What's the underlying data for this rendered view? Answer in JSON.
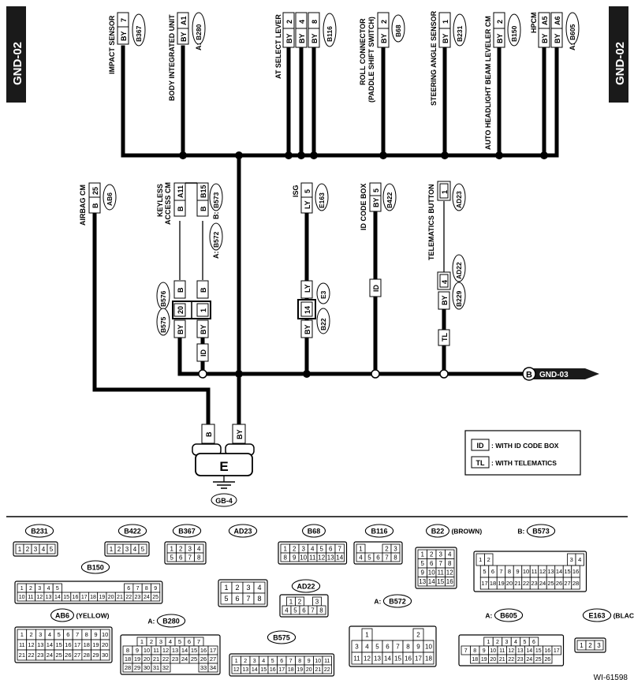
{
  "side_tag": "GND-02",
  "figure_id": "WI-61598",
  "ground_label": "E",
  "ground_point": "GB-4",
  "gnd03_conn": "B",
  "gnd03_label": "GND-03",
  "legend": [
    {
      "code": "ID",
      "text": ": WITH ID CODE BOX"
    },
    {
      "code": "TL",
      "text": ": WITH TELEMATICS"
    }
  ],
  "top_components": [
    {
      "name": "IMPACT SENSOR",
      "wire": "BY",
      "pin": "7",
      "conn": "B367",
      "prefix": ""
    },
    {
      "name": "BODY INTEGRATED UNIT",
      "wire": "BY",
      "pin": "A1",
      "conn": "B280",
      "prefix": "A:"
    },
    {
      "name": "AT SELECT LEVER",
      "wire": "",
      "pin": "",
      "conn": "B116",
      "prefix": ""
    },
    {
      "name": "ROLL CONNECTOR",
      "name2": "(PADDLE SHIFT SWITCH)",
      "wire": "BY",
      "pin": "2",
      "conn": "B68",
      "prefix": ""
    },
    {
      "name": "STEERING ANGLE SENSOR",
      "wire": "BY",
      "pin": "1",
      "conn": "B231",
      "prefix": ""
    },
    {
      "name": "AUTO HEADLIGHT BEAM LEVELER CM",
      "wire": "BY",
      "pin": "2",
      "conn": "B150",
      "prefix": ""
    },
    {
      "name": "HPCM",
      "wire": "",
      "pin": "",
      "conn": "B605",
      "prefix": "A:"
    }
  ],
  "at_select": {
    "wires": [
      "BY",
      "BY",
      "BY"
    ],
    "pins": [
      "2",
      "4",
      "8"
    ]
  },
  "hpcm": {
    "wires": [
      "BY",
      "BY"
    ],
    "pins": [
      "A5",
      "A6"
    ]
  },
  "lower_components": [
    {
      "name": "AIRBAG CM",
      "wire": "B",
      "pin": "25",
      "conn": "AB6"
    },
    {
      "name": "KEYLESS",
      "name2": "ACCESS CM",
      "wires": [
        "B",
        "B"
      ],
      "pins": [
        "A11",
        "B15"
      ],
      "conn_a": "B572",
      "conn_b": "B573",
      "prefix_a": "A:",
      "prefix_b": "B:"
    },
    {
      "name": "ISG",
      "wire": "LY",
      "pin": "5",
      "conn": "E163"
    },
    {
      "name": "ID CODE BOX",
      "wire": "BY",
      "pin": "5",
      "conn": "B422"
    },
    {
      "name": "TELEMATICS BUTTON",
      "pin": "1",
      "conn": "AD23"
    }
  ],
  "mid_connectors": {
    "b576": "B576",
    "b575": "B575",
    "b576_wires": [
      "B",
      "B"
    ],
    "b575_pins": [
      "20",
      "1"
    ],
    "b575_wires": [
      "BY",
      "BY"
    ],
    "e3": "E3",
    "b22": "B22",
    "e3_wire": "LY",
    "b22_pin": "14",
    "b22_wire": "BY",
    "ad22": "AD22",
    "b229": "B229",
    "ad22_pin": "4",
    "b229_wire": "BY",
    "id_tag": "ID",
    "tl_tag": "TL",
    "ground_wires": [
      "B",
      "BY"
    ]
  },
  "connector_views": [
    {
      "id": "B231",
      "label": "B231",
      "extra": "",
      "rows": [
        [
          "1",
          "2",
          "3",
          "4",
          "5"
        ]
      ]
    },
    {
      "id": "B422",
      "label": "B422",
      "extra": "",
      "rows": [
        [
          "1",
          "2",
          "3",
          "4",
          "5"
        ]
      ]
    },
    {
      "id": "B367",
      "label": "B367",
      "extra": "",
      "rows": [
        [
          "1",
          "2",
          "3",
          "4"
        ],
        [
          "5",
          "6",
          "7",
          "8"
        ]
      ]
    },
    {
      "id": "AD23",
      "label": "AD23",
      "extra": "",
      "rows": [
        [
          "1",
          "2",
          "3",
          "4"
        ],
        [
          "5",
          "6",
          "7",
          "8"
        ]
      ]
    },
    {
      "id": "B68",
      "label": "B68",
      "extra": "",
      "rows": [
        [
          "1",
          "2",
          "3",
          "4",
          "5",
          "6",
          "7"
        ],
        [
          "8",
          "9",
          "10",
          "11",
          "12",
          "13",
          "14"
        ]
      ]
    },
    {
      "id": "B116",
      "label": "B116",
      "extra": "",
      "rows": [
        [
          "1",
          "",
          "",
          "2",
          "3"
        ],
        [
          "4",
          "5",
          "6",
          "7",
          "8"
        ]
      ]
    },
    {
      "id": "B22",
      "label": "B22",
      "extra": "(BROWN)",
      "rows": [
        [
          "1",
          "2",
          "3",
          "4"
        ],
        [
          "5",
          "6",
          "7",
          "8"
        ],
        [
          "9",
          "10",
          "11",
          "12"
        ],
        [
          "13",
          "14",
          "15",
          "16"
        ]
      ]
    },
    {
      "id": "B573",
      "label": "B573",
      "extra": "B:",
      "rows": [
        [
          "1",
          "2",
          "",
          "",
          "",
          "",
          "",
          "",
          "",
          "",
          "",
          "3",
          "4"
        ],
        [
          "5",
          "6",
          "7",
          "8",
          "9",
          "10",
          "11",
          "12",
          "13",
          "14",
          "15",
          "16"
        ],
        [
          "17",
          "18",
          "19",
          "20",
          "21",
          "22",
          "23",
          "24",
          "25",
          "26",
          "27",
          "28"
        ]
      ]
    },
    {
      "id": "B150",
      "label": "B150",
      "extra": "",
      "rows": [
        [
          "1",
          "2",
          "3",
          "4",
          "5",
          "",
          "",
          "",
          "",
          "",
          "",
          "",
          "6",
          "7",
          "8",
          "9"
        ],
        [
          "10",
          "11",
          "12",
          "13",
          "14",
          "15",
          "16",
          "17",
          "18",
          "19",
          "20",
          "21",
          "22",
          "23",
          "24",
          "25"
        ]
      ]
    },
    {
      "id": "AD22",
      "label": "AD22",
      "extra": "",
      "rows": [
        [
          "1",
          "2",
          "",
          "3"
        ],
        [
          "4",
          "5",
          "6",
          "7",
          "8"
        ]
      ]
    },
    {
      "id": "AB6",
      "label": "AB6",
      "extra": "(YELLOW)",
      "rows": [
        [
          "1",
          "2",
          "3",
          "4",
          "5",
          "6",
          "7",
          "8",
          "9",
          "10"
        ],
        [
          "11",
          "12",
          "13",
          "14",
          "15",
          "16",
          "17",
          "18",
          "19",
          "20"
        ],
        [
          "21",
          "22",
          "23",
          "24",
          "25",
          "26",
          "27",
          "28",
          "29",
          "30"
        ]
      ]
    },
    {
      "id": "B280",
      "label": "B280",
      "extra": "A:",
      "rows": [
        [
          "1",
          "2",
          "3",
          "4",
          "5",
          "6",
          "7"
        ],
        [
          "8",
          "9",
          "10",
          "11",
          "12",
          "13",
          "14",
          "15",
          "16",
          "17"
        ],
        [
          "18",
          "19",
          "20",
          "21",
          "22",
          "23",
          "24",
          "25",
          "26",
          "27"
        ],
        [
          "28",
          "29",
          "30",
          "31",
          "32",
          "",
          "",
          "",
          "33",
          "34"
        ]
      ]
    },
    {
      "id": "B575",
      "label": "B575",
      "extra": "",
      "rows": [
        [
          "1",
          "2",
          "3",
          "4",
          "5",
          "6",
          "7",
          "8",
          "9",
          "10",
          "11"
        ],
        [
          "12",
          "13",
          "14",
          "15",
          "16",
          "17",
          "18",
          "19",
          "20",
          "21",
          "22"
        ]
      ]
    },
    {
      "id": "B572",
      "label": "B572",
      "extra": "A:",
      "rows": [
        [
          "1",
          "",
          "",
          "",
          "",
          "2"
        ],
        [
          "3",
          "4",
          "5",
          "6",
          "7",
          "8",
          "9",
          "10"
        ],
        [
          "11",
          "12",
          "13",
          "14",
          "15",
          "16",
          "17",
          "18"
        ]
      ]
    },
    {
      "id": "B605",
      "label": "B605",
      "extra": "A:",
      "rows": [
        [
          "1",
          "2",
          "3",
          "4",
          "5",
          "6"
        ],
        [
          "7",
          "8",
          "9",
          "10",
          "11",
          "12",
          "13",
          "14",
          "15",
          "16",
          "17"
        ],
        [
          "18",
          "19",
          "20",
          "21",
          "22",
          "23",
          "24",
          "25",
          "26"
        ]
      ]
    },
    {
      "id": "E163",
      "label": "E163",
      "extra": "(BLACK)",
      "rows": [
        [
          "1",
          "2",
          "3"
        ]
      ]
    }
  ]
}
